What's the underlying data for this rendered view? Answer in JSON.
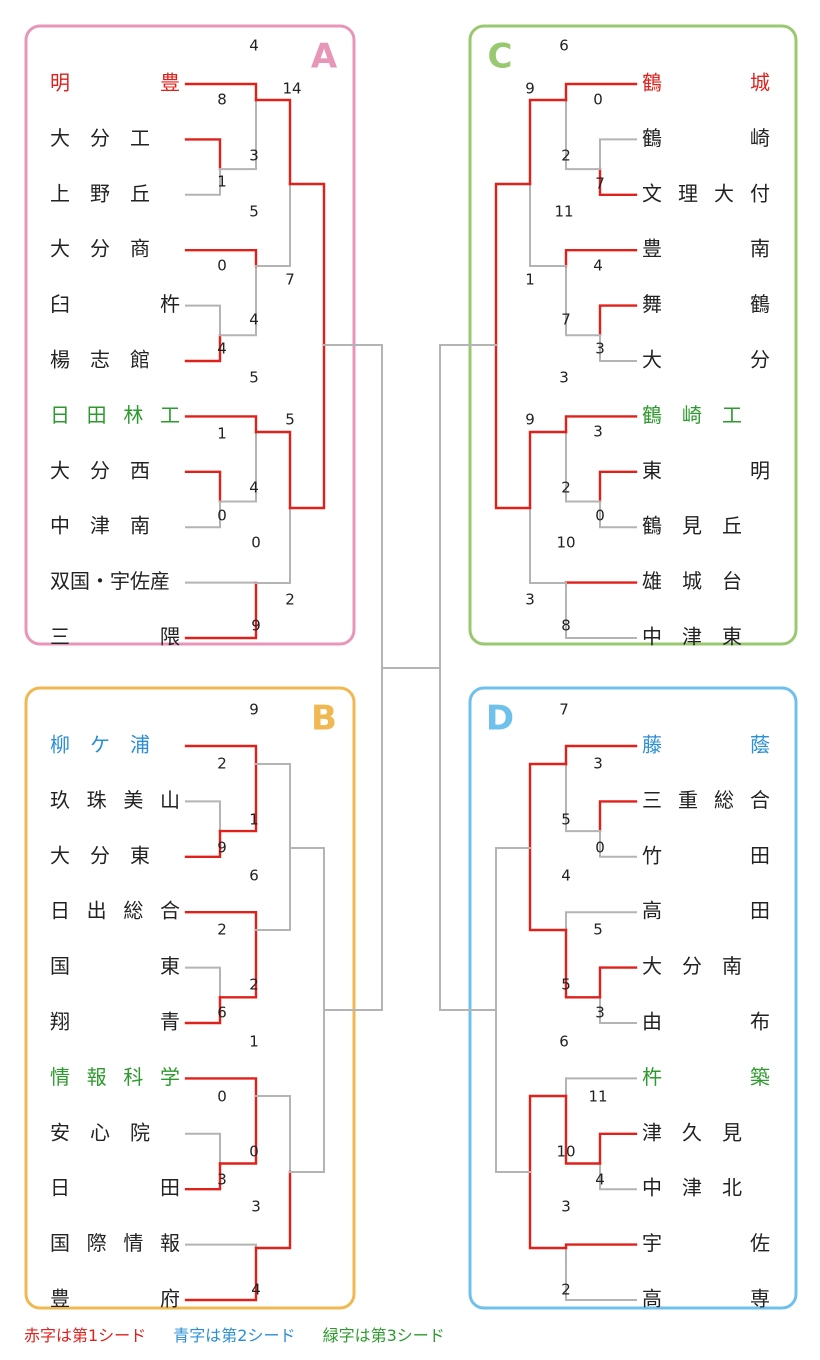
{
  "colors": {
    "win": "#e0211b",
    "lose": "#b4b4b4",
    "seed1": "#e0211b",
    "seed2": "#2a8fd6",
    "seed3": "#2e9a2e",
    "plain": "#222222",
    "boxA": "#e896b8",
    "boxB": "#f0b850",
    "boxC": "#98c870",
    "boxD": "#70c0ec"
  },
  "blocks": [
    {
      "letter": "A",
      "teams": [
        {
          "name": "明　　豊",
          "seed": 1
        },
        {
          "name": "大　分　工",
          "seed": 0
        },
        {
          "name": "上　野　丘",
          "seed": 0
        },
        {
          "name": "大　分　商",
          "seed": 0
        },
        {
          "name": "臼　　杵",
          "seed": 0
        },
        {
          "name": "楊　志　館",
          "seed": 0
        },
        {
          "name": "日田林工",
          "seed": 3
        },
        {
          "name": "大　分　西",
          "seed": 0
        },
        {
          "name": "中　津　南",
          "seed": 0
        },
        {
          "name": "双国・宇佐産",
          "seed": 0
        },
        {
          "name": "三　　隈",
          "seed": 0
        }
      ],
      "scores": [
        "4",
        "8",
        "1",
        "3",
        "5",
        "0",
        "4",
        "4",
        "7",
        "14",
        "5",
        "1",
        "0",
        "4",
        "5",
        "0",
        "9",
        "2"
      ]
    },
    {
      "letter": "B",
      "teams": [
        {
          "name": "柳　ケ　浦",
          "seed": 2
        },
        {
          "name": "玖珠美山",
          "seed": 0
        },
        {
          "name": "大　分　東",
          "seed": 0
        },
        {
          "name": "日出総合",
          "seed": 0
        },
        {
          "name": "国　　東",
          "seed": 0
        },
        {
          "name": "翔　　青",
          "seed": 0
        },
        {
          "name": "情報科学",
          "seed": 3
        },
        {
          "name": "安　心　院",
          "seed": 0
        },
        {
          "name": "日　　田",
          "seed": 0
        },
        {
          "name": "国際情報",
          "seed": 0
        },
        {
          "name": "豊　　府",
          "seed": 0
        }
      ],
      "scores": [
        "9",
        "2",
        "1",
        "9",
        "6",
        "2",
        "2",
        "6",
        "1",
        "0",
        "0",
        "3",
        "3",
        "4"
      ]
    },
    {
      "letter": "C",
      "teams": [
        {
          "name": "鶴　　城",
          "seed": 1
        },
        {
          "name": "鶴　　崎",
          "seed": 0
        },
        {
          "name": "文理大付",
          "seed": 0
        },
        {
          "name": "豊　　南",
          "seed": 0
        },
        {
          "name": "舞　　鶴",
          "seed": 0
        },
        {
          "name": "大　　分",
          "seed": 0
        },
        {
          "name": "鶴　崎　工",
          "seed": 3
        },
        {
          "name": "東　　明",
          "seed": 0
        },
        {
          "name": "鶴　見　丘",
          "seed": 0
        },
        {
          "name": "雄　城　台",
          "seed": 0
        },
        {
          "name": "中　津　東",
          "seed": 0
        }
      ],
      "scores": [
        "6",
        "0",
        "7",
        "2",
        "9",
        "11",
        "4",
        "3",
        "7",
        "1",
        "3",
        "3",
        "0",
        "2",
        "9",
        "10",
        "8",
        "3"
      ]
    },
    {
      "letter": "D",
      "teams": [
        {
          "name": "藤　　蔭",
          "seed": 2
        },
        {
          "name": "三重総合",
          "seed": 0
        },
        {
          "name": "竹　　田",
          "seed": 0
        },
        {
          "name": "高　　田",
          "seed": 0
        },
        {
          "name": "大　分　南",
          "seed": 0
        },
        {
          "name": "由　　布",
          "seed": 0
        },
        {
          "name": "杵　　築",
          "seed": 3
        },
        {
          "name": "津　久　見",
          "seed": 0
        },
        {
          "name": "中　津　北",
          "seed": 0
        },
        {
          "name": "宇　　佐",
          "seed": 0
        },
        {
          "name": "高　　専",
          "seed": 0
        }
      ],
      "scores": [
        "7",
        "3",
        "0",
        "5",
        "4",
        "5",
        "3",
        "5",
        "6",
        "11",
        "4",
        "10",
        "3",
        "2"
      ]
    }
  ],
  "legend": {
    "seed1": "赤字は第1シード",
    "seed2": "青字は第2シード",
    "seed3": "緑字は第3シード"
  }
}
